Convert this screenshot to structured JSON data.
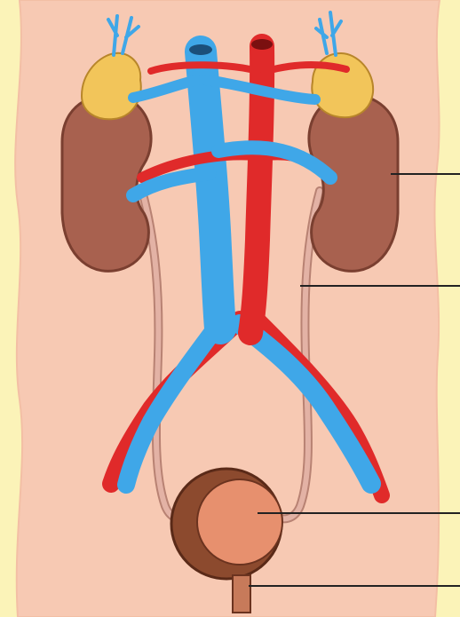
{
  "diagram": {
    "description_labels": [],
    "colors": {
      "background": "#fbf3b8",
      "body": "#f7c9b3",
      "body_edge": "#f3bfa5",
      "kidney": "#a8614f",
      "kidney_edge": "#7a3f30",
      "adrenal": "#f2c55a",
      "vein": "#3fa7e8",
      "artery": "#e02a2a",
      "ureter": "#d9a294",
      "bladder_wall": "#8c4a2e",
      "bladder_inner": "#e7906e",
      "leader_line": "#222222"
    },
    "leader_lines": [
      {
        "name": "kidney"
      },
      {
        "name": "ureter"
      },
      {
        "name": "bladder"
      },
      {
        "name": "urethra"
      }
    ]
  }
}
